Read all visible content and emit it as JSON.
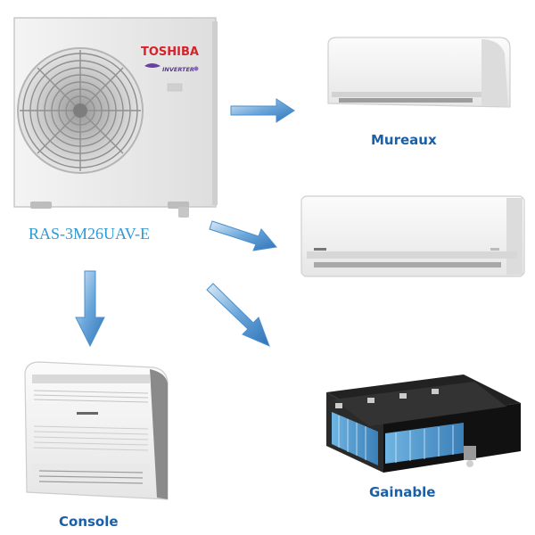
{
  "outdoor_unit": {
    "brand": "TOSHIBA",
    "badge": "INVERTER",
    "model": "RAS-3M26UAV-E"
  },
  "indoor_units": {
    "wall_label": "Mureaux",
    "ducted_label": "Gainable",
    "console_label": "Console"
  },
  "colors": {
    "label_blue": "#1a5fa8",
    "model_blue": "#2b9ad6",
    "arrow_blue": "#4a8fcd",
    "brand_red": "#d6232b"
  },
  "icons": [
    "arrow-right-icon",
    "arrow-down-right-icon",
    "arrow-down-icon"
  ]
}
